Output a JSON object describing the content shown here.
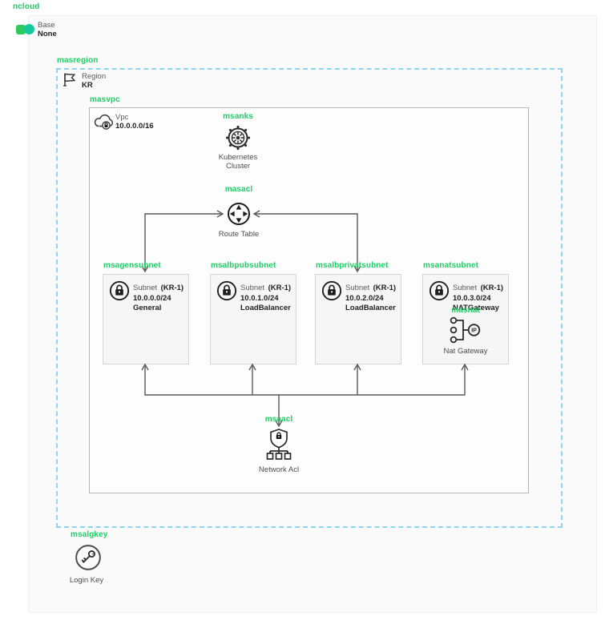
{
  "app": {
    "title": "ncloud"
  },
  "base": {
    "label": "Base",
    "value": "None"
  },
  "region": {
    "name": "masregion",
    "label": "Region",
    "value": "KR"
  },
  "vpc": {
    "name": "masvpc",
    "label": "Vpc",
    "cidr": "10.0.0.0/16"
  },
  "kubernetes": {
    "name": "msanks",
    "caption": "Kubernetes Cluster"
  },
  "route_table": {
    "name": "masacl",
    "caption": "Route Table"
  },
  "subnets": [
    {
      "name": "msagensubnet",
      "type": "Subnet",
      "zone": "(KR-1)",
      "cidr": "10.0.0.0/24",
      "purpose": "General"
    },
    {
      "name": "msalbpubsubnet",
      "type": "Subnet",
      "zone": "(KR-1)",
      "cidr": "10.0.1.0/24",
      "purpose": "LoadBalancer"
    },
    {
      "name": "msalbprivatsubnet",
      "type": "Subnet",
      "zone": "(KR-1)",
      "cidr": "10.0.2.0/24",
      "purpose": "LoadBalancer"
    },
    {
      "name": "msanatsubnet",
      "type": "Subnet",
      "zone": "(KR-1)",
      "cidr": "10.0.3.0/24",
      "purpose": "NATGateway"
    }
  ],
  "nat_gateway": {
    "name": "masnat",
    "caption": "Nat Gateway",
    "badge": "IP"
  },
  "network_acl": {
    "name": "msaacl",
    "caption": "Network Acl"
  },
  "login_key": {
    "name": "msalgkey",
    "caption": "Login Key"
  },
  "colors": {
    "accent_green": "#1fce66",
    "region_dash_blue": "#8ed4f7",
    "edge_gray": "#5a5a5a",
    "logo_square_green": "#2fca5f",
    "logo_circle_teal": "#16c79e"
  }
}
